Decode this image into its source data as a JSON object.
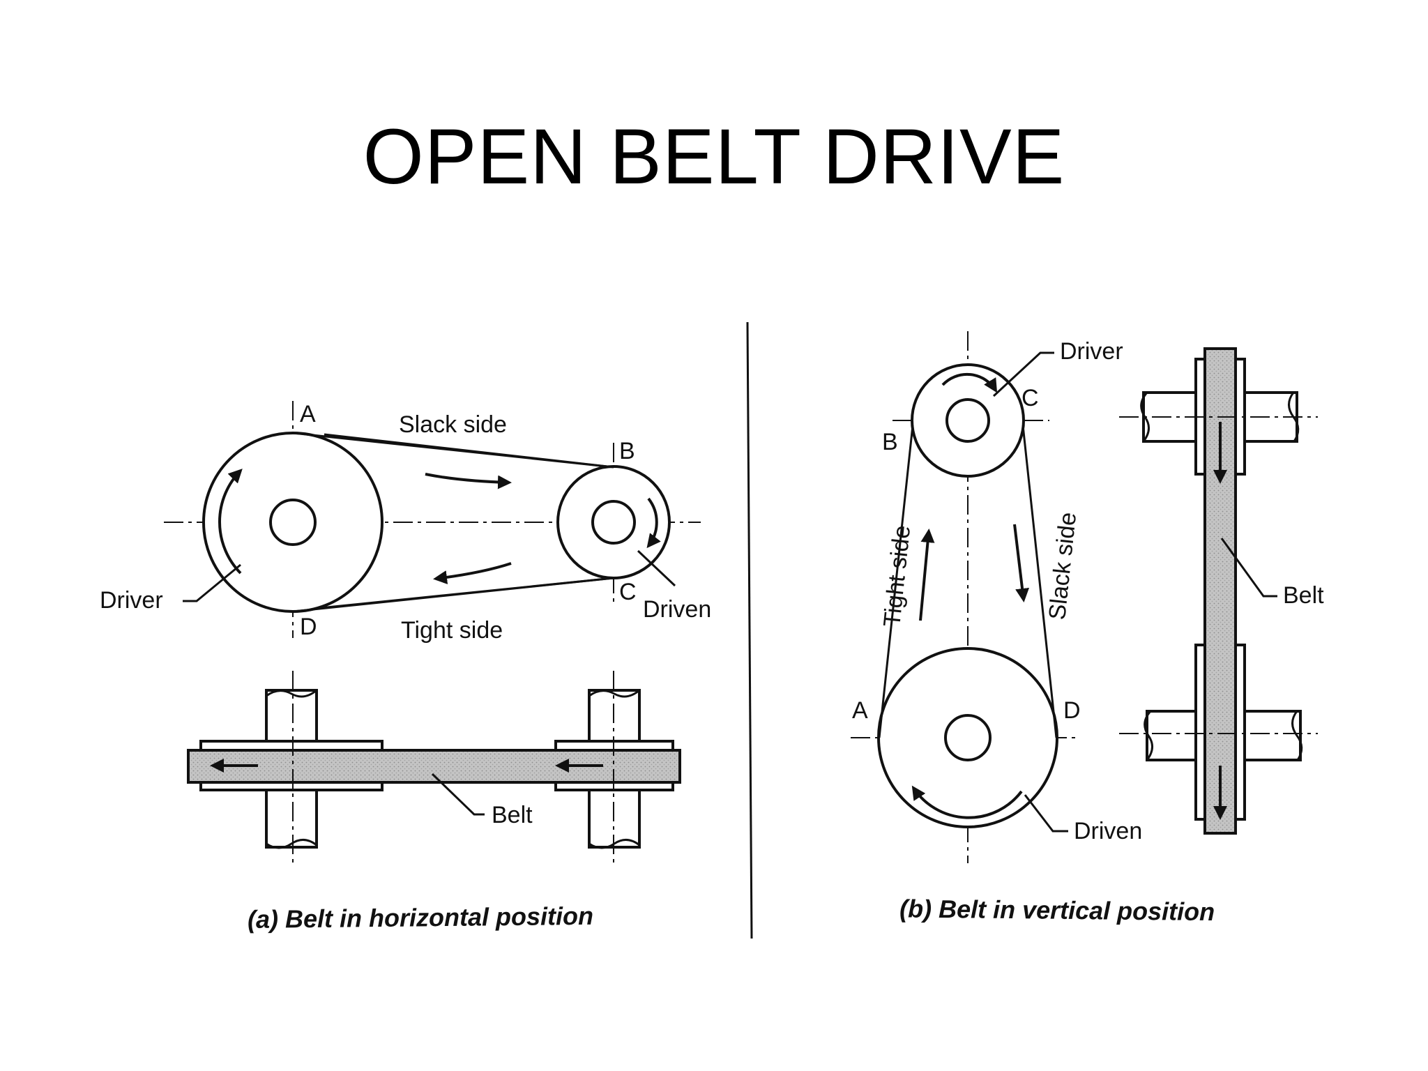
{
  "title": "OPEN BELT DRIVE",
  "panel_a": {
    "caption": "(a) Belt in horizontal position",
    "point_a": "A",
    "point_b": "B",
    "point_c": "C",
    "point_d": "D",
    "slack_side": "Slack side",
    "tight_side": "Tight side",
    "driver": "Driver",
    "driven": "Driven",
    "belt": "Belt"
  },
  "panel_b": {
    "caption": "(b) Belt in vertical position",
    "point_a": "A",
    "point_b": "B",
    "point_c": "C",
    "point_d": "D",
    "tight_side": "Tight side",
    "slack_side": "Slack side",
    "driver": "Driver",
    "driven": "Driven",
    "belt": "Belt"
  }
}
